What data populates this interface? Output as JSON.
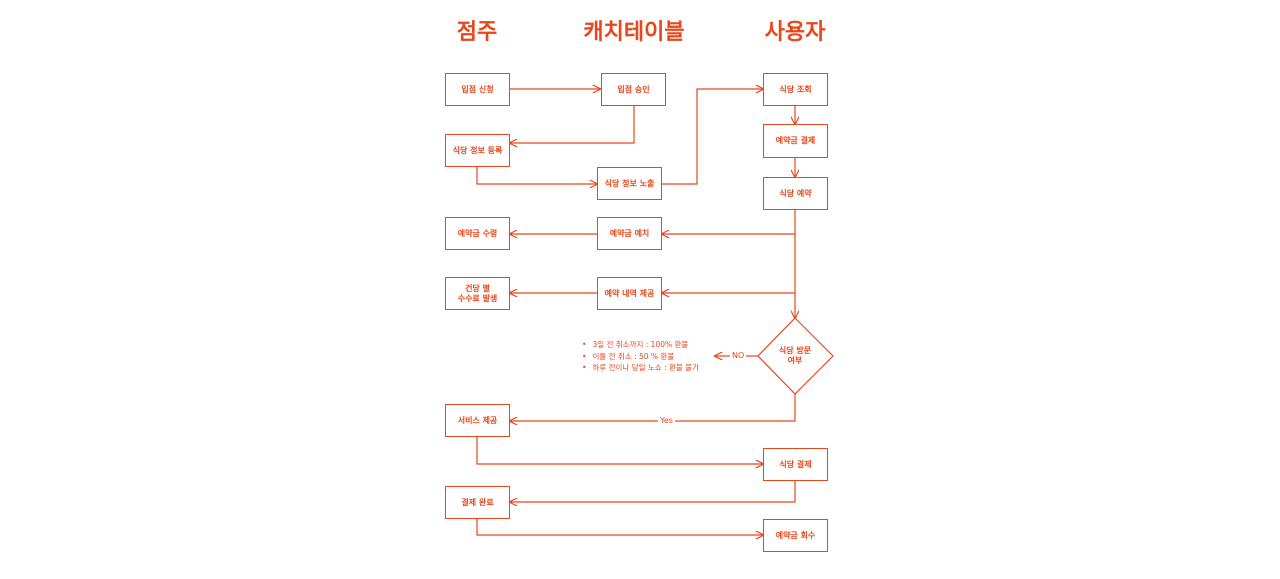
{
  "lanes": {
    "owner": "점주",
    "catchtable": "캐치테이블",
    "user": "사용자"
  },
  "nodes": {
    "apply": "입점 신청",
    "approve": "입점 승인",
    "register": "식당 정보 등록",
    "expose": "식당 정보 노출",
    "search": "식당 조회",
    "pay_deposit": "예약금 결제",
    "reserve": "식당 예약",
    "deposit_hold": "예약금 예치",
    "deposit_receive": "예약금 수령",
    "provide_details": "예약 내역 제공",
    "fee": "건당 별\n수수료 발생",
    "visit": "식당 방문\n여부",
    "service": "서비스 제공",
    "restaurant_pay": "식당 결제",
    "payment_done": "결제 완료",
    "deposit_return": "예약금 회수"
  },
  "edge_labels": {
    "no": "NO",
    "yes": "Yes"
  },
  "refund_policy": [
    "3일 전 취소까지 : 100% 환불",
    "이틀 전 취소 : 50 % 환불",
    "하루 전이나 당일 노쇼 : 환불 불가"
  ],
  "colors": {
    "accent": "#e8471c"
  }
}
